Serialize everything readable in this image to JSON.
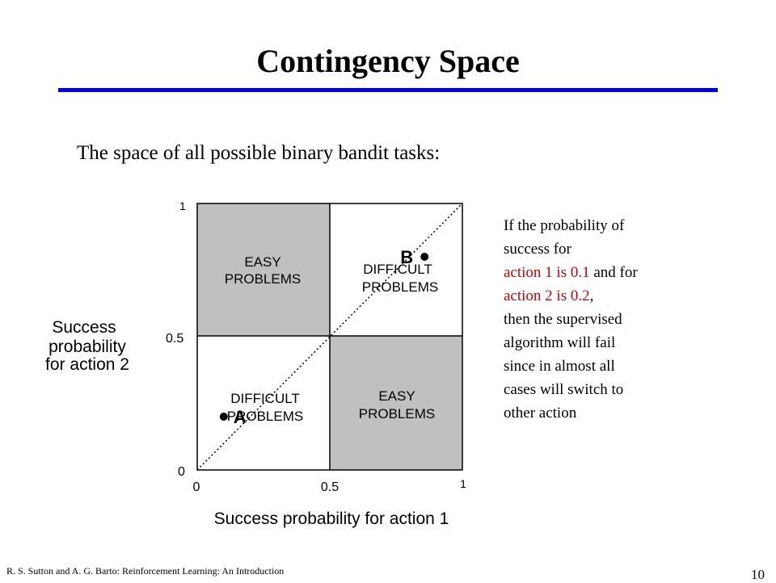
{
  "slide": {
    "title": "Contingency Space",
    "subtitle": "The space of all possible binary bandit tasks:",
    "footer": "R. S. Sutton and A. G. Barto: Reinforcement Learning: An Introduction",
    "page_number": "10",
    "accent_color": "#0000ee"
  },
  "diagram": {
    "y_axis_label": [
      "Success",
      "probability",
      "for action 2"
    ],
    "x_axis_label": "Success probability for action 1",
    "x_ticks": [
      "0",
      "0.5",
      "1"
    ],
    "y_ticks": [
      "0",
      "0.5",
      "1"
    ],
    "quadrant_fill": "#c0c0c0",
    "quadrants": {
      "top_left": [
        "EASY",
        "PROBLEMS"
      ],
      "top_right": [
        "DIFFICULT",
        "PROBLEMS"
      ],
      "bottom_left": [
        "DIFFICULT",
        "PROBLEMS"
      ],
      "bottom_right": [
        "EASY",
        "PROBLEMS"
      ]
    },
    "points": [
      {
        "label": "A",
        "x": 0.1,
        "y": 0.2
      },
      {
        "label": "B",
        "x": 0.9,
        "y": 0.8
      }
    ]
  },
  "note": {
    "line1": "If the probability of",
    "line2": "success for",
    "line3": "action 1 is 0.1",
    "line3_rest": " and for",
    "line4": "action 2 is 0.2",
    "line4_rest": ",",
    "line5": "then the supervised",
    "line6": "algorithm will fail",
    "line7": "since in almost all",
    "line8": "cases will switch to",
    "line9": "other action",
    "highlight_color": "#cc0000"
  }
}
